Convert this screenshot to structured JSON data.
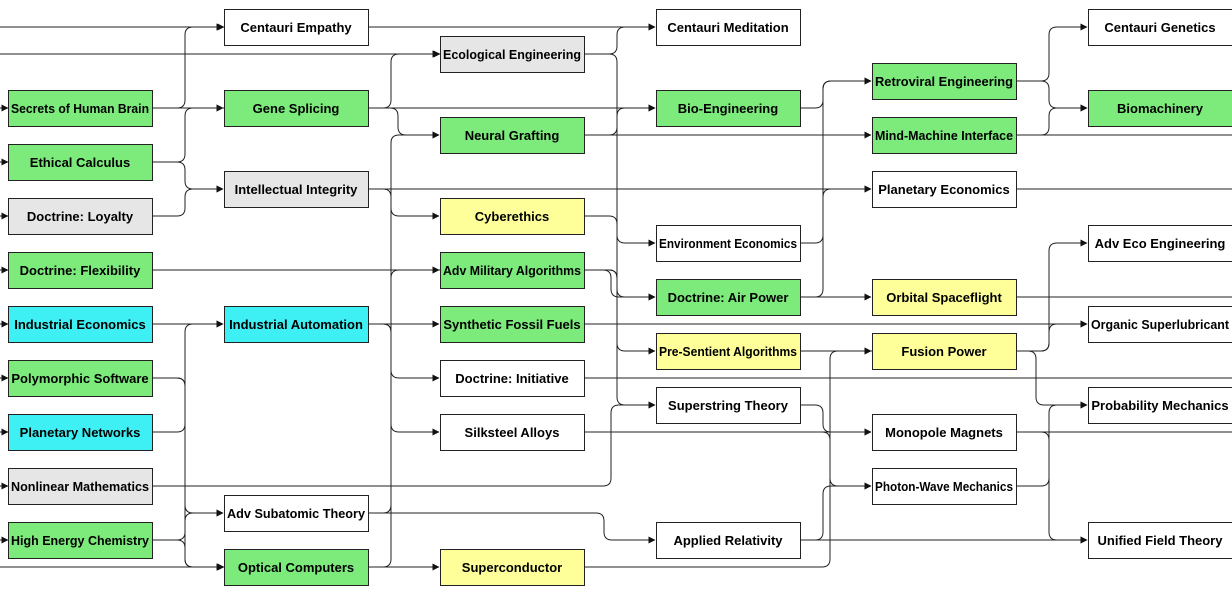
{
  "palette": {
    "green": "#7ceb7c",
    "gray": "#e6e6e6",
    "cyan": "#3ef0f4",
    "yellow": "#ffff99",
    "white": "#ffffff"
  },
  "techs": [
    {
      "id": "centauri_empathy",
      "label": "Centauri Empathy",
      "color": "white"
    },
    {
      "id": "ecological_engineering",
      "label": "Ecological Engineering",
      "color": "gray"
    },
    {
      "id": "centauri_meditation",
      "label": "Centauri Meditation",
      "color": "white"
    },
    {
      "id": "centauri_genetics",
      "label": "Centauri Genetics",
      "color": "white"
    },
    {
      "id": "secrets_human_brain",
      "label": "Secrets of Human Brain",
      "color": "green"
    },
    {
      "id": "gene_splicing",
      "label": "Gene Splicing",
      "color": "green"
    },
    {
      "id": "bio_engineering",
      "label": "Bio-Engineering",
      "color": "green"
    },
    {
      "id": "retroviral_engineering",
      "label": "Retroviral Engineering",
      "color": "green"
    },
    {
      "id": "biomachinery",
      "label": "Biomachinery",
      "color": "green"
    },
    {
      "id": "neural_grafting",
      "label": "Neural Grafting",
      "color": "green"
    },
    {
      "id": "mind_machine_interface",
      "label": "Mind-Machine Interface",
      "color": "green"
    },
    {
      "id": "ethical_calculus",
      "label": "Ethical Calculus",
      "color": "green"
    },
    {
      "id": "intellectual_integrity",
      "label": "Intellectual Integrity",
      "color": "gray"
    },
    {
      "id": "planetary_economics",
      "label": "Planetary Economics",
      "color": "white"
    },
    {
      "id": "doctrine_loyalty",
      "label": "Doctrine: Loyalty",
      "color": "gray"
    },
    {
      "id": "cyberethics",
      "label": "Cyberethics",
      "color": "yellow"
    },
    {
      "id": "environment_economics",
      "label": "Environment Economics",
      "color": "white"
    },
    {
      "id": "adv_eco_engineering",
      "label": "Adv Eco Engineering",
      "color": "white"
    },
    {
      "id": "doctrine_flexibility",
      "label": "Doctrine: Flexibility",
      "color": "green"
    },
    {
      "id": "adv_military_algorithms",
      "label": "Adv Military Algorithms",
      "color": "green"
    },
    {
      "id": "doctrine_air_power",
      "label": "Doctrine: Air Power",
      "color": "green"
    },
    {
      "id": "orbital_spaceflight",
      "label": "Orbital Spaceflight",
      "color": "yellow"
    },
    {
      "id": "industrial_economics",
      "label": "Industrial Economics",
      "color": "cyan"
    },
    {
      "id": "industrial_automation",
      "label": "Industrial Automation",
      "color": "cyan"
    },
    {
      "id": "synthetic_fossil_fuels",
      "label": "Synthetic Fossil Fuels",
      "color": "green"
    },
    {
      "id": "organic_superlubricant",
      "label": "Organic Superlubricant",
      "color": "white"
    },
    {
      "id": "pre_sentient_algorithms",
      "label": "Pre-Sentient Algorithms",
      "color": "yellow"
    },
    {
      "id": "fusion_power",
      "label": "Fusion Power",
      "color": "yellow"
    },
    {
      "id": "polymorphic_software",
      "label": "Polymorphic Software",
      "color": "green"
    },
    {
      "id": "doctrine_initiative",
      "label": "Doctrine: Initiative",
      "color": "white"
    },
    {
      "id": "superstring_theory",
      "label": "Superstring Theory",
      "color": "white"
    },
    {
      "id": "probability_mechanics",
      "label": "Probability Mechanics",
      "color": "white"
    },
    {
      "id": "planetary_networks",
      "label": "Planetary Networks",
      "color": "cyan"
    },
    {
      "id": "silksteel_alloys",
      "label": "Silksteel Alloys",
      "color": "white"
    },
    {
      "id": "monopole_magnets",
      "label": "Monopole Magnets",
      "color": "white"
    },
    {
      "id": "nonlinear_mathematics",
      "label": "Nonlinear Mathematics",
      "color": "gray"
    },
    {
      "id": "photon_wave_mechanics",
      "label": "Photon-Wave Mechanics",
      "color": "white"
    },
    {
      "id": "high_energy_chemistry",
      "label": "High Energy Chemistry",
      "color": "green"
    },
    {
      "id": "adv_subatomic_theory",
      "label": "Adv Subatomic Theory",
      "color": "white"
    },
    {
      "id": "applied_relativity",
      "label": "Applied Relativity",
      "color": "white"
    },
    {
      "id": "unified_field_theory",
      "label": "Unified Field Theory",
      "color": "white"
    },
    {
      "id": "optical_computers",
      "label": "Optical Computers",
      "color": "green"
    },
    {
      "id": "superconductor",
      "label": "Superconductor",
      "color": "yellow"
    }
  ],
  "links": [
    [
      "secrets_human_brain",
      "centauri_empathy"
    ],
    [
      "secrets_human_brain",
      "gene_splicing"
    ],
    [
      "ethical_calculus",
      "gene_splicing"
    ],
    [
      "ethical_calculus",
      "intellectual_integrity"
    ],
    [
      "doctrine_loyalty",
      "intellectual_integrity"
    ],
    [
      "secrets_human_brain",
      "neural_grafting"
    ],
    [
      "gene_splicing",
      "ecological_engineering"
    ],
    [
      "gene_splicing",
      "bio_engineering"
    ],
    [
      "intellectual_integrity",
      "cyberethics"
    ],
    [
      "intellectual_integrity",
      "planetary_economics"
    ],
    [
      "ecological_engineering",
      "centauri_meditation"
    ],
    [
      "ecological_engineering",
      "environment_economics"
    ],
    [
      "neural_grafting",
      "bio_engineering"
    ],
    [
      "neural_grafting",
      "mind_machine_interface"
    ],
    [
      "centauri_empathy",
      "centauri_meditation"
    ],
    [
      "bio_engineering",
      "retroviral_engineering"
    ],
    [
      "retroviral_engineering",
      "centauri_genetics"
    ],
    [
      "retroviral_engineering",
      "biomachinery"
    ],
    [
      "mind_machine_interface",
      "biomachinery"
    ],
    [
      "doctrine_flexibility",
      "adv_military_algorithms"
    ],
    [
      "doctrine_flexibility",
      "doctrine_air_power"
    ],
    [
      "industrial_economics",
      "industrial_automation"
    ],
    [
      "planetary_networks",
      "industrial_automation"
    ],
    [
      "industrial_automation",
      "synthetic_fossil_fuels"
    ],
    [
      "industrial_automation",
      "doctrine_initiative"
    ],
    [
      "industrial_automation",
      "silksteel_alloys"
    ],
    [
      "adv_military_algorithms",
      "doctrine_air_power"
    ],
    [
      "adv_military_algorithms",
      "pre_sentient_algorithms"
    ],
    [
      "synthetic_fossil_fuels",
      "organic_superlubricant"
    ],
    [
      "cyberethics",
      "superstring_theory"
    ],
    [
      "doctrine_air_power",
      "orbital_spaceflight"
    ],
    [
      "doctrine_air_power",
      "retroviral_engineering"
    ],
    [
      "pre_sentient_algorithms",
      "fusion_power"
    ],
    [
      "pre_sentient_algorithms",
      "probability_mechanics"
    ],
    [
      "environment_economics",
      "planetary_economics"
    ],
    [
      "fusion_power",
      "adv_eco_engineering"
    ],
    [
      "fusion_power",
      "organic_superlubricant"
    ],
    [
      "superstring_theory",
      "monopole_magnets"
    ],
    [
      "silksteel_alloys",
      "monopole_magnets"
    ],
    [
      "silksteel_alloys",
      "photon_wave_mechanics"
    ],
    [
      "nonlinear_mathematics",
      "superstring_theory"
    ],
    [
      "polymorphic_software",
      "adv_subatomic_theory"
    ],
    [
      "polymorphic_software",
      "optical_computers"
    ],
    [
      "high_energy_chemistry",
      "adv_subatomic_theory"
    ],
    [
      "high_energy_chemistry",
      "optical_computers"
    ],
    [
      "adv_subatomic_theory",
      "applied_relativity"
    ],
    [
      "adv_subatomic_theory",
      "neural_grafting"
    ],
    [
      "optical_computers",
      "superconductor"
    ],
    [
      "optical_computers",
      "adv_military_algorithms"
    ],
    [
      "superconductor",
      "fusion_power"
    ],
    [
      "applied_relativity",
      "photon_wave_mechanics"
    ],
    [
      "applied_relativity",
      "unified_field_theory"
    ],
    [
      "monopole_magnets",
      "unified_field_theory"
    ],
    [
      "photon_wave_mechanics",
      "probability_mechanics"
    ]
  ]
}
